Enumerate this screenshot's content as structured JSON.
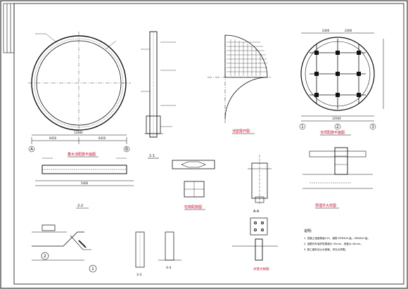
{
  "sheet": {
    "background": "#ffffff",
    "line_color": "#111111",
    "title_color": "#c8102e"
  },
  "titles": {
    "ring_plan": "蓄水池配筋平面图",
    "top_ring_plan": "池顶配筋平面图",
    "wall_plan": "池壁展开图",
    "column_detail": "柱帽配筋图",
    "anchor_detail": "预埋件大样图",
    "pipe_detail": "水管大样图"
  },
  "sections": {
    "s11": "1-1",
    "s22": "2-2",
    "s33": "3-3",
    "s44": "4-4",
    "sAA": "A-A"
  },
  "dims": {
    "ring_overall": "12940",
    "ring_left": "6450",
    "ring_right": "6450",
    "top_total": "12940",
    "top_seg_a": "2400",
    "top_seg_b": "2400",
    "wall_len": "5400"
  },
  "axis_bubbles": {
    "ring_a": "A",
    "ring_b": "B",
    "top_1": "1",
    "top_2": "2",
    "top_3": "3",
    "detail_1": "1",
    "detail_2": "2"
  },
  "notes": {
    "heading": "说明:",
    "lines": [
      "1. 混凝土强度等级C25，钢筋 HPB300 级，HRB400 级。",
      "2. 池壁内外保护层厚度为 35mm，底板为 40mm。",
      "3. 施工缝处设止水钢板，详见大样图。"
    ]
  }
}
